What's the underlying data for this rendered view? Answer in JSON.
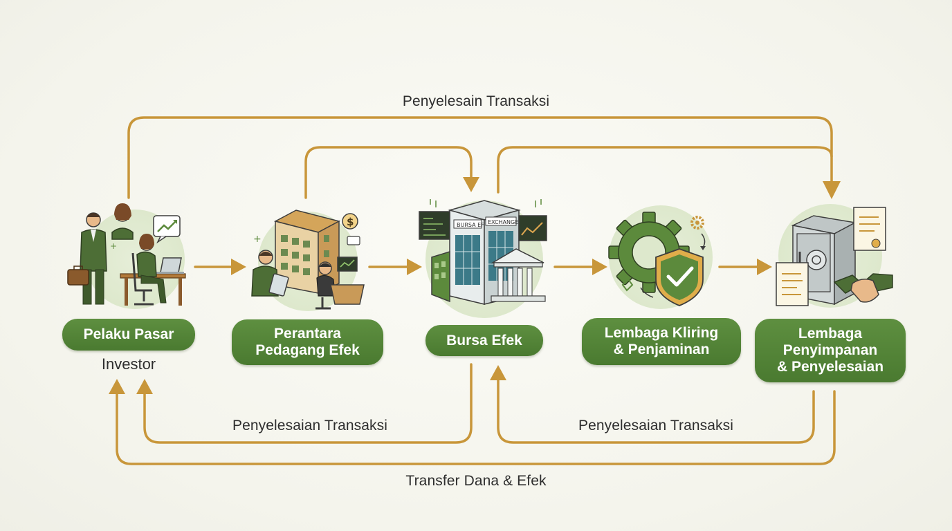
{
  "colors": {
    "arrow": "#c8963a",
    "pill": "#4f7f34",
    "pill_text": "#ffffff",
    "halo": "#e4edd4",
    "icon_green": "#5c8a3c"
  },
  "flows": {
    "top_label": "Penyelesain Transaksi",
    "bottom_left_label": "Penyelesaian Transaksi",
    "bottom_right_label": "Penyelesaian Transaksi",
    "bottom_label": "Transfer Dana & Efek"
  },
  "nodes": {
    "pelaku": {
      "lines": [
        "Pelaku Pasar"
      ],
      "sub": "Investor",
      "icon": "investors-icon"
    },
    "perantara": {
      "lines": [
        "Perantara",
        "Pedagang Efek"
      ],
      "icon": "broker-office-icon"
    },
    "bursa": {
      "lines": [
        "Bursa Efek"
      ],
      "icon": "stock-exchange-building-icon",
      "sign_left": "BURSA EF",
      "sign_right": "EXCHANGE"
    },
    "kliring": {
      "lines": [
        "Lembaga Kliring",
        "& Penjaminan"
      ],
      "icon": "gear-shield-icon"
    },
    "penyimpanan": {
      "lines": [
        "Lembaga",
        "Penyimpanan",
        "& Penyelesaian"
      ],
      "icon": "vault-handshake-icon"
    }
  }
}
